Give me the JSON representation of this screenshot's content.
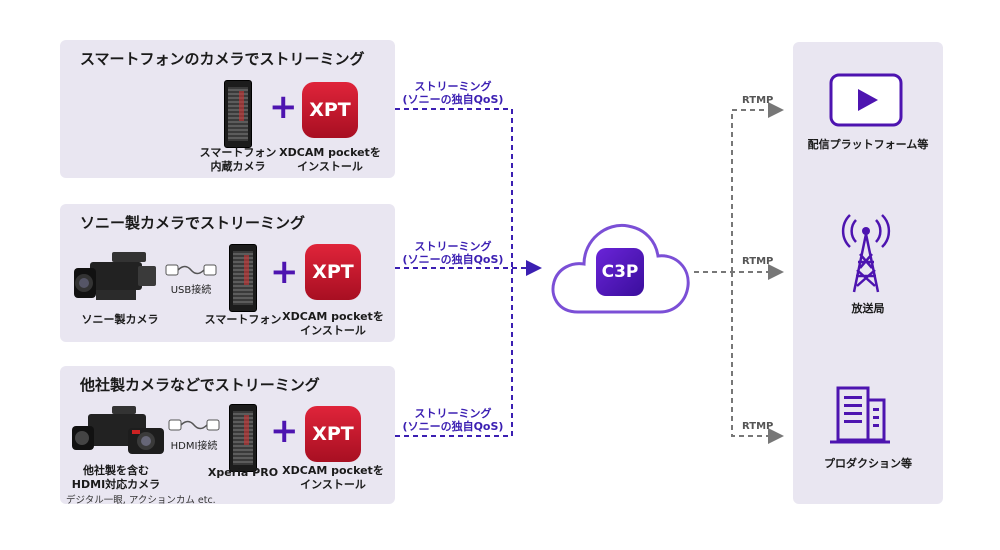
{
  "panels": {
    "smartphone": {
      "title": "スマートフォンのカメラでストリーミング",
      "phone_label_1": "スマートフォン",
      "phone_label_2": "内蔵カメラ",
      "app_label_1": "XDCAM pocketを",
      "app_label_2": "インストール"
    },
    "sony": {
      "title": "ソニー製カメラでストリーミング",
      "camera_label": "ソニー製カメラ",
      "cable_label": "USB接続",
      "phone_label": "スマートフォン",
      "app_label_1": "XDCAM pocketを",
      "app_label_2": "インストール"
    },
    "other": {
      "title": "他社製カメラなどでストリーミング",
      "camera_label_1": "他社製を含む",
      "camera_label_2": "HDMI対応カメラ",
      "camera_note": "デジタル一眼, アクションカム etc.",
      "cable_label": "HDMI接続",
      "phone_label": "Xperia PRO",
      "app_label_1": "XDCAM pocketを",
      "app_label_2": "インストール"
    }
  },
  "app_icon_text": "XPT",
  "plus_symbol": "+",
  "streams": [
    {
      "line1": "ストリーミング",
      "line2": "(ソニーの独自QoS)"
    },
    {
      "line1": "ストリーミング",
      "line2": "(ソニーの独自QoS)"
    },
    {
      "line1": "ストリーミング",
      "line2": "(ソニーの独自QoS)"
    }
  ],
  "cloud_label": "C3P",
  "rtmp": [
    "RTMP",
    "RTMP",
    "RTMP"
  ],
  "destinations": [
    {
      "label": "配信プラットフォーム等",
      "icon": "video-play-icon"
    },
    {
      "label": "放送局",
      "icon": "broadcast-tower-icon"
    },
    {
      "label": "プロダクション等",
      "icon": "building-icon"
    }
  ],
  "colors": {
    "panel_bg": "#e9e6f1",
    "accent_purple": "#4d14b0",
    "stream_line": "#3b1fb2",
    "rtmp_line": "#777777",
    "app_red": "#c8162c"
  }
}
